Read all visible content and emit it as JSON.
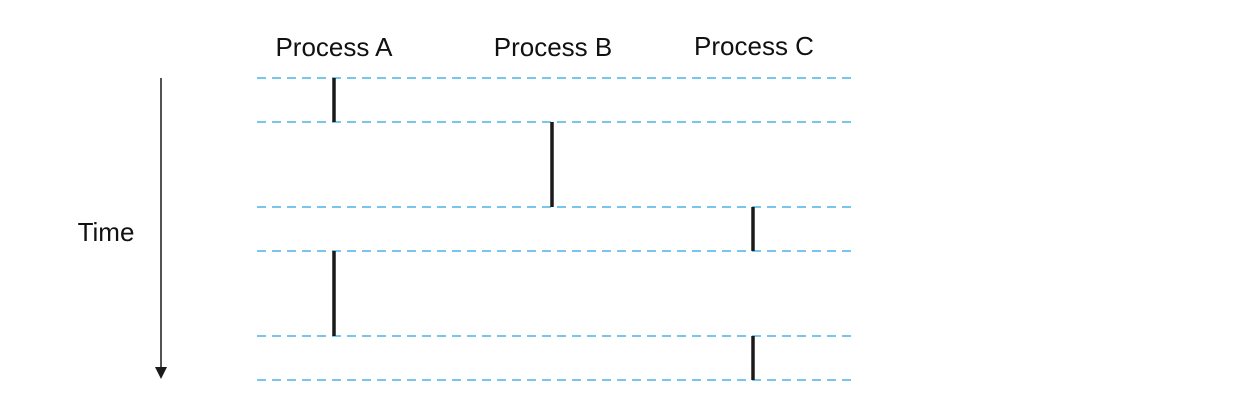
{
  "diagram": {
    "time_axis": {
      "label": "Time",
      "direction": "down"
    },
    "processes": [
      {
        "name": "Process A"
      },
      {
        "name": "Process B"
      },
      {
        "name": "Process C"
      }
    ],
    "boundaries": 7,
    "execution_segments": [
      {
        "process": 0,
        "from": 0,
        "to": 1
      },
      {
        "process": 1,
        "from": 1,
        "to": 3
      },
      {
        "process": 2,
        "from": 3,
        "to": 4
      },
      {
        "process": 0,
        "from": 4,
        "to": 6
      },
      {
        "process": 2,
        "from": 6,
        "to": 7
      }
    ],
    "colors": {
      "boundary_line": "#29a3e0",
      "segment": "#1a1a1a",
      "arrow": "#1a1a1a",
      "text": "#111111"
    }
  }
}
